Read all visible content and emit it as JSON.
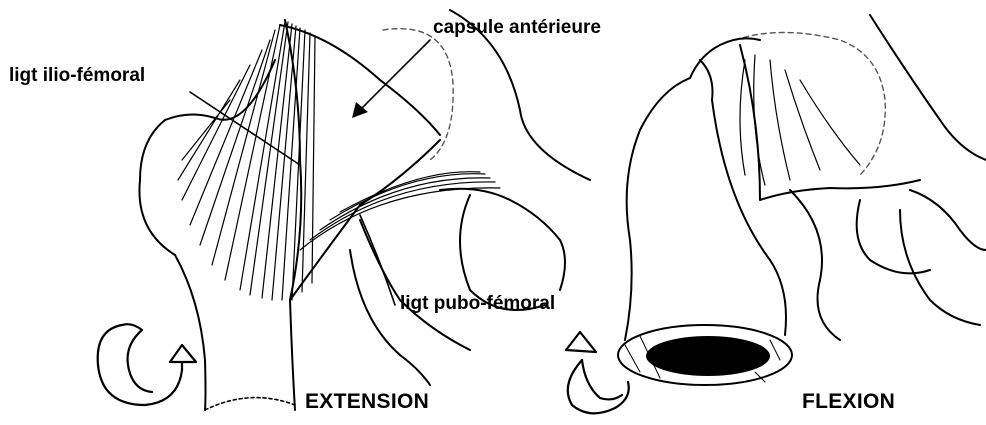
{
  "diagram": {
    "labels": {
      "capsule": "capsule antérieure",
      "ilio_femoral": "ligt ilio-fémoral",
      "pubo_femoral": "ligt pubo-fémoral",
      "extension": "EXTENSION",
      "flexion": "FLEXION"
    },
    "panels": [
      {
        "id": "extension",
        "caption_key": "extension"
      },
      {
        "id": "flexion",
        "caption_key": "flexion"
      }
    ],
    "colors": {
      "ink": "#000000",
      "background": "#ffffff",
      "dash": "#555555"
    }
  }
}
